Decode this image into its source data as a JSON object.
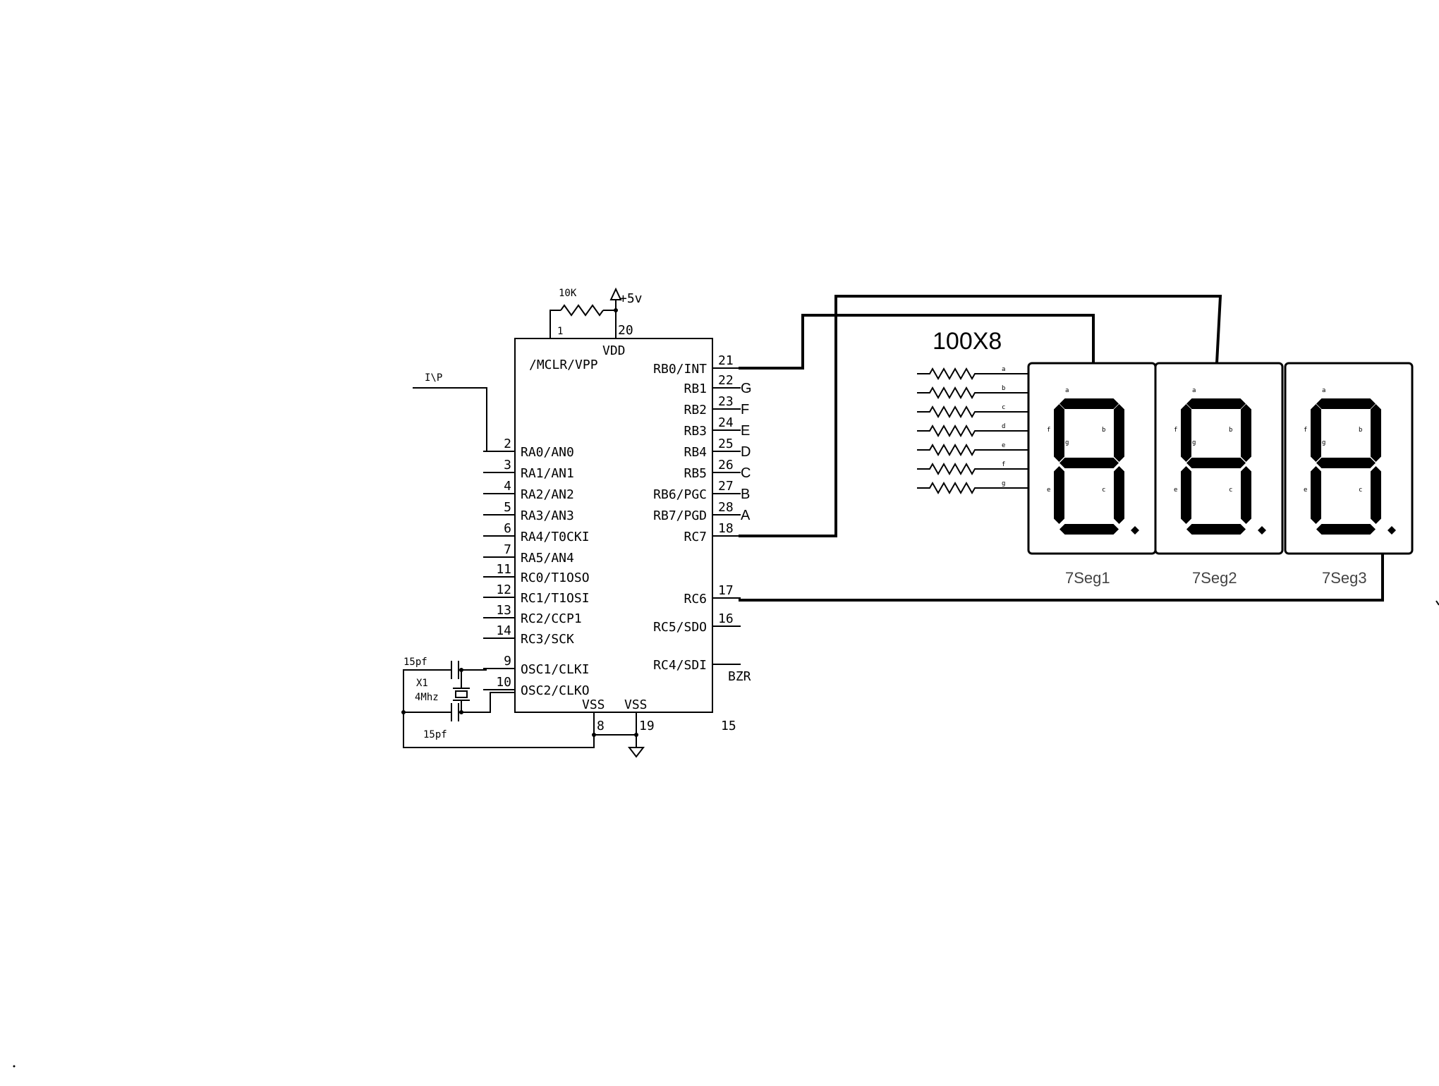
{
  "mcu": {
    "vdd": "VDD",
    "mclr": "/MCLR/VPP",
    "vss_a": "VSS",
    "vss_b": "VSS",
    "left_pins": [
      {
        "num": "2",
        "name": "RA0/AN0"
      },
      {
        "num": "3",
        "name": "RA1/AN1"
      },
      {
        "num": "4",
        "name": "RA2/AN2"
      },
      {
        "num": "5",
        "name": "RA3/AN3"
      },
      {
        "num": "6",
        "name": "RA4/T0CKI"
      },
      {
        "num": "7",
        "name": "RA5/AN4"
      },
      {
        "num": "11",
        "name": "RC0/T1OSO"
      },
      {
        "num": "12",
        "name": "RC1/T1OSI"
      },
      {
        "num": "13",
        "name": "RC2/CCP1"
      },
      {
        "num": "14",
        "name": "RC3/SCK"
      },
      {
        "num": "9",
        "name": "OSC1/CLKI"
      },
      {
        "num": "10",
        "name": "OSC2/CLKO"
      }
    ],
    "right_pins": [
      {
        "num": "21",
        "name": "RB0/INT",
        "net": ""
      },
      {
        "num": "22",
        "name": "RB1",
        "net": "G"
      },
      {
        "num": "23",
        "name": "RB2",
        "net": "F"
      },
      {
        "num": "24",
        "name": "RB3",
        "net": "E"
      },
      {
        "num": "25",
        "name": "RB4",
        "net": "D"
      },
      {
        "num": "26",
        "name": "RB5",
        "net": "C"
      },
      {
        "num": "27",
        "name": "RB6/PGC",
        "net": "B"
      },
      {
        "num": "28",
        "name": "RB7/PGD",
        "net": "A"
      },
      {
        "num": "18",
        "name": "RC7",
        "net": ""
      },
      {
        "num": "17",
        "name": "RC6",
        "net": ""
      },
      {
        "num": "16",
        "name": "RC5/SDO",
        "net": ""
      },
      {
        "num": "",
        "name": "RC4/SDI",
        "net": ""
      }
    ],
    "pin_mclr": "1",
    "pin_vdd": "20",
    "pin_vss_a": "8",
    "pin_vss_b": "19",
    "pin_15": "15"
  },
  "labels": {
    "resistor_10k": "10K",
    "supply": "+5v",
    "input": "I\\P",
    "buzzer": "BZR",
    "resistor_array": "100X8",
    "cap_top": "15pf",
    "cap_bottom": "15pf",
    "crystal": "X1",
    "crystal_freq": "4Mhz"
  },
  "displays": [
    {
      "name": "7Seg1"
    },
    {
      "name": "7Seg2"
    },
    {
      "name": "7Seg3"
    }
  ],
  "resistor_pin_labels": [
    "a",
    "b",
    "c",
    "d",
    "e",
    "f",
    "g"
  ]
}
